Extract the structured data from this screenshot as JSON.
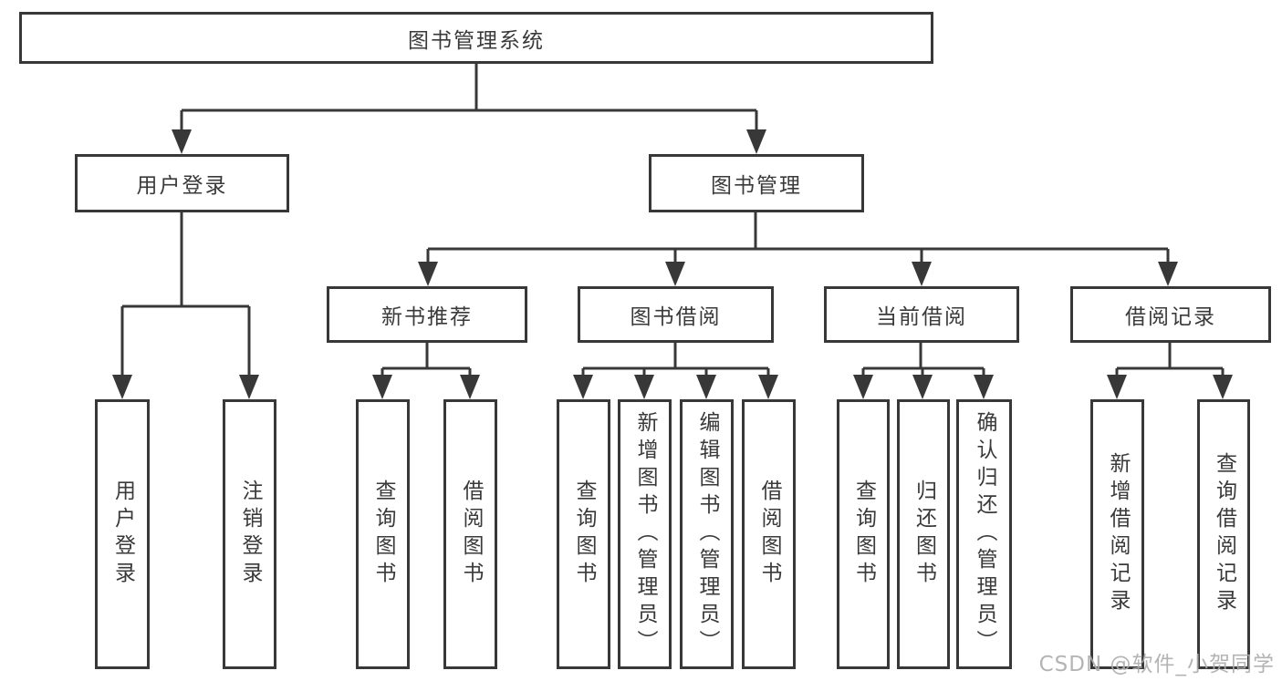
{
  "diagram_title": "图书管理系统",
  "tree": {
    "label": "图书管理系统",
    "children": [
      {
        "label": "用户登录",
        "children": [
          {
            "label": "用户登录"
          },
          {
            "label": "注销登录"
          }
        ]
      },
      {
        "label": "图书管理",
        "children": [
          {
            "label": "新书推荐",
            "children": [
              {
                "label": "查询图书"
              },
              {
                "label": "借阅图书"
              }
            ]
          },
          {
            "label": "图书借阅",
            "children": [
              {
                "label": "查询图书"
              },
              {
                "label": "新增图书（管理员）"
              },
              {
                "label": "编辑图书（管理员）"
              },
              {
                "label": "借阅图书"
              }
            ]
          },
          {
            "label": "当前借阅",
            "children": [
              {
                "label": "查询图书"
              },
              {
                "label": "归还图书"
              },
              {
                "label": "确认归还（管理员）"
              }
            ]
          },
          {
            "label": "借阅记录",
            "children": [
              {
                "label": "新增借阅记录"
              },
              {
                "label": "查询借阅记录"
              }
            ]
          }
        ]
      }
    ]
  },
  "watermark": {
    "text": "CSDN @软件_小贺同学"
  },
  "colors": {
    "line": "#383838",
    "box_border": "#383838",
    "text": "#3a3a3a",
    "background": "#ffffff",
    "watermark": "#acacac"
  }
}
